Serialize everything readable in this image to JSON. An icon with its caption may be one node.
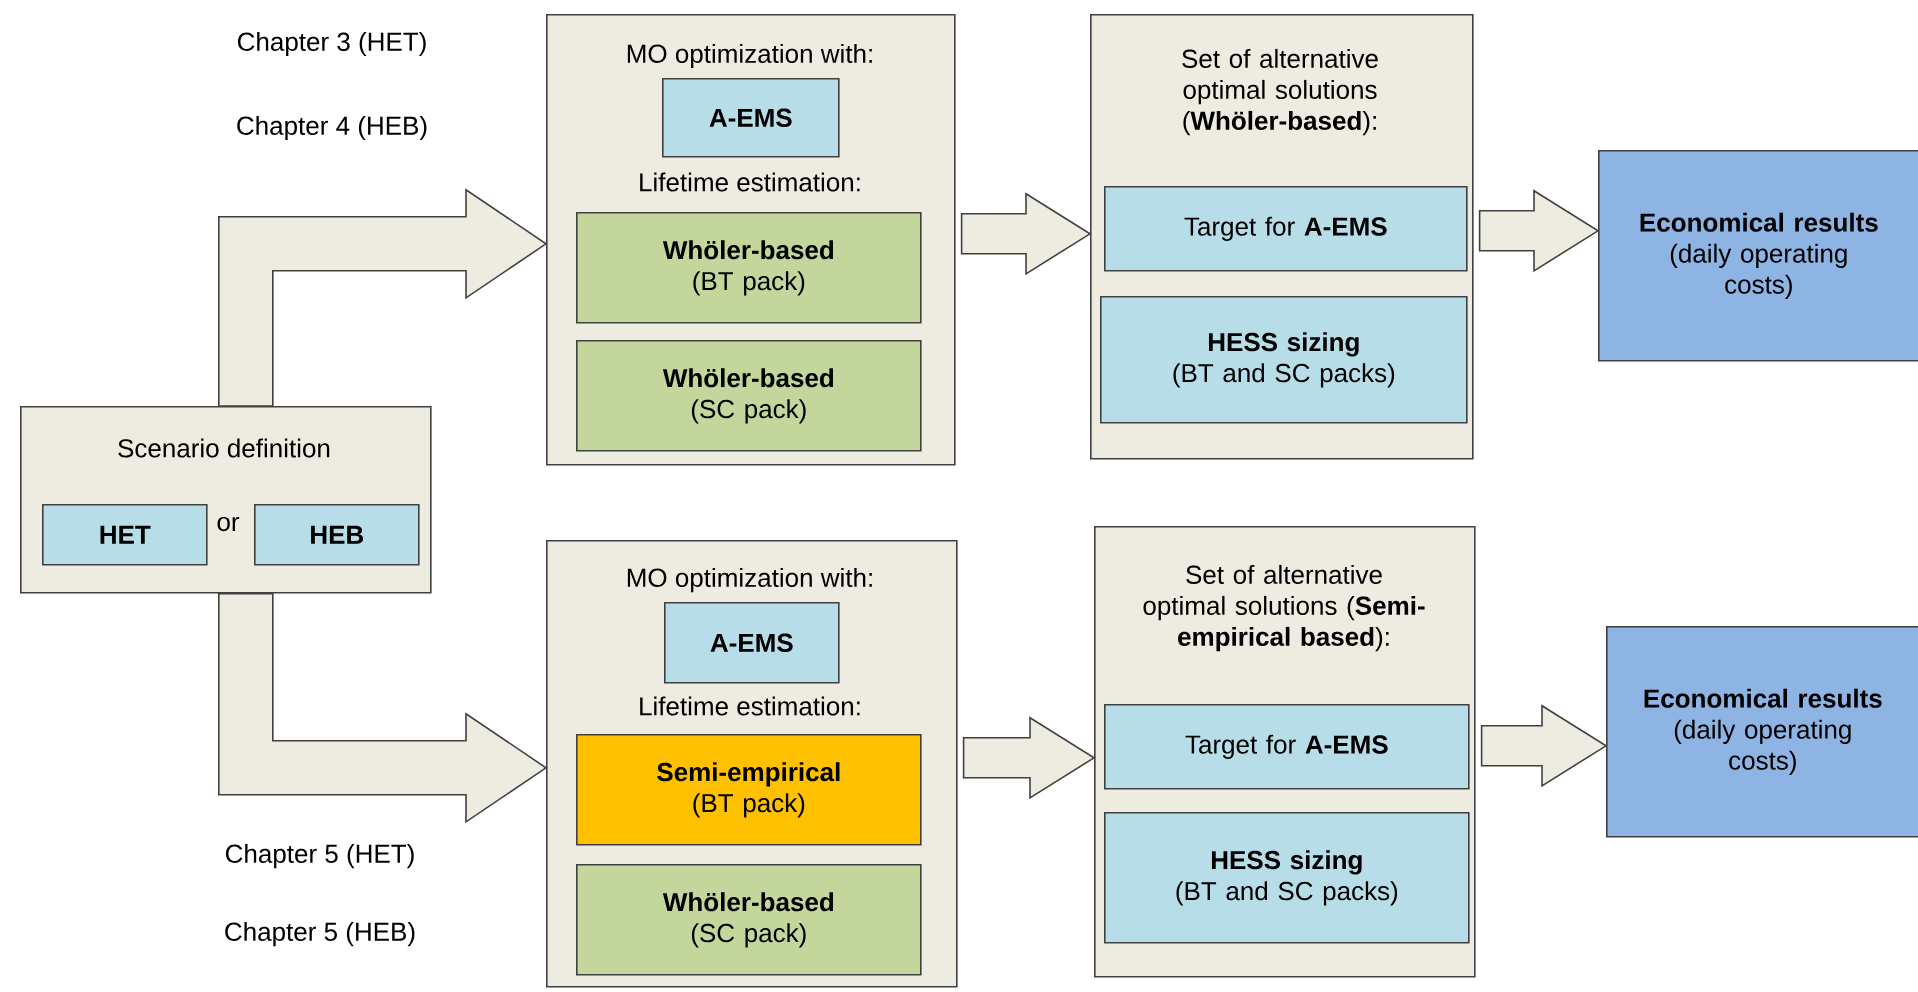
{
  "diagram": {
    "nodes": [
      {
        "text": [
          "Scenario definition",
          "or"
        ]
      },
      {
        "text": [
          "HET"
        ],
        "in": 0
      },
      {
        "text": [
          "HEB"
        ],
        "in": 0
      },
      {
        "text": [
          "MO optimization with:",
          "Lifetime estimation:"
        ]
      },
      {
        "text": [
          "A-EMS"
        ],
        "in": 3
      },
      {
        "text": [
          "Whöler-based",
          "(BT pack)"
        ],
        "in": 3
      },
      {
        "text": [
          "Whöler-based",
          "(SC pack)"
        ],
        "in": 3
      },
      {
        "text": [
          "Set of alternative optimal solutions (**Whöler-based**):"
        ]
      },
      {
        "text": [
          "Target for **A-EMS**"
        ],
        "in": 7
      },
      {
        "text": [
          "HESS sizing",
          "(BT and SC packs)"
        ],
        "in": 7
      },
      {
        "text": [
          "Economical results",
          "(daily operating costs)"
        ]
      },
      {
        "text": [
          "MO optimization with:",
          "Lifetime estimation:"
        ]
      },
      {
        "text": [
          "A-EMS"
        ],
        "in": 11
      },
      {
        "text": [
          "Semi-empirical",
          "(BT pack)"
        ],
        "in": 11
      },
      {
        "text": [
          "Whöler-based",
          "(SC pack)"
        ],
        "in": 11
      },
      {
        "text": [
          "Set of alternative optimal solutions (**Semi-empirical based**):"
        ]
      },
      {
        "text": [
          "Target for **A-EMS**"
        ],
        "in": 15
      },
      {
        "text": [
          "HESS sizing",
          "(BT and SC packs)"
        ],
        "in": 15
      },
      {
        "text": [
          "Economical results",
          "(daily operating costs)"
        ]
      }
    ],
    "edges": [
      {
        "from": 0,
        "to": 3,
        "arrow": "to"
      },
      {
        "from": 3,
        "to": 7,
        "arrow": "to"
      },
      {
        "from": 7,
        "to": 10,
        "arrow": "to"
      },
      {
        "from": 0,
        "to": 11,
        "arrow": "to"
      },
      {
        "from": 11,
        "to": 15,
        "arrow": "to"
      },
      {
        "from": 15,
        "to": 18,
        "arrow": "to"
      }
    ],
    "labels": [
      "Chapter 3 (HET)",
      "Chapter 4 (HEB)",
      "Chapter 5 (HET)",
      "Chapter 5 (HEB)"
    ]
  }
}
